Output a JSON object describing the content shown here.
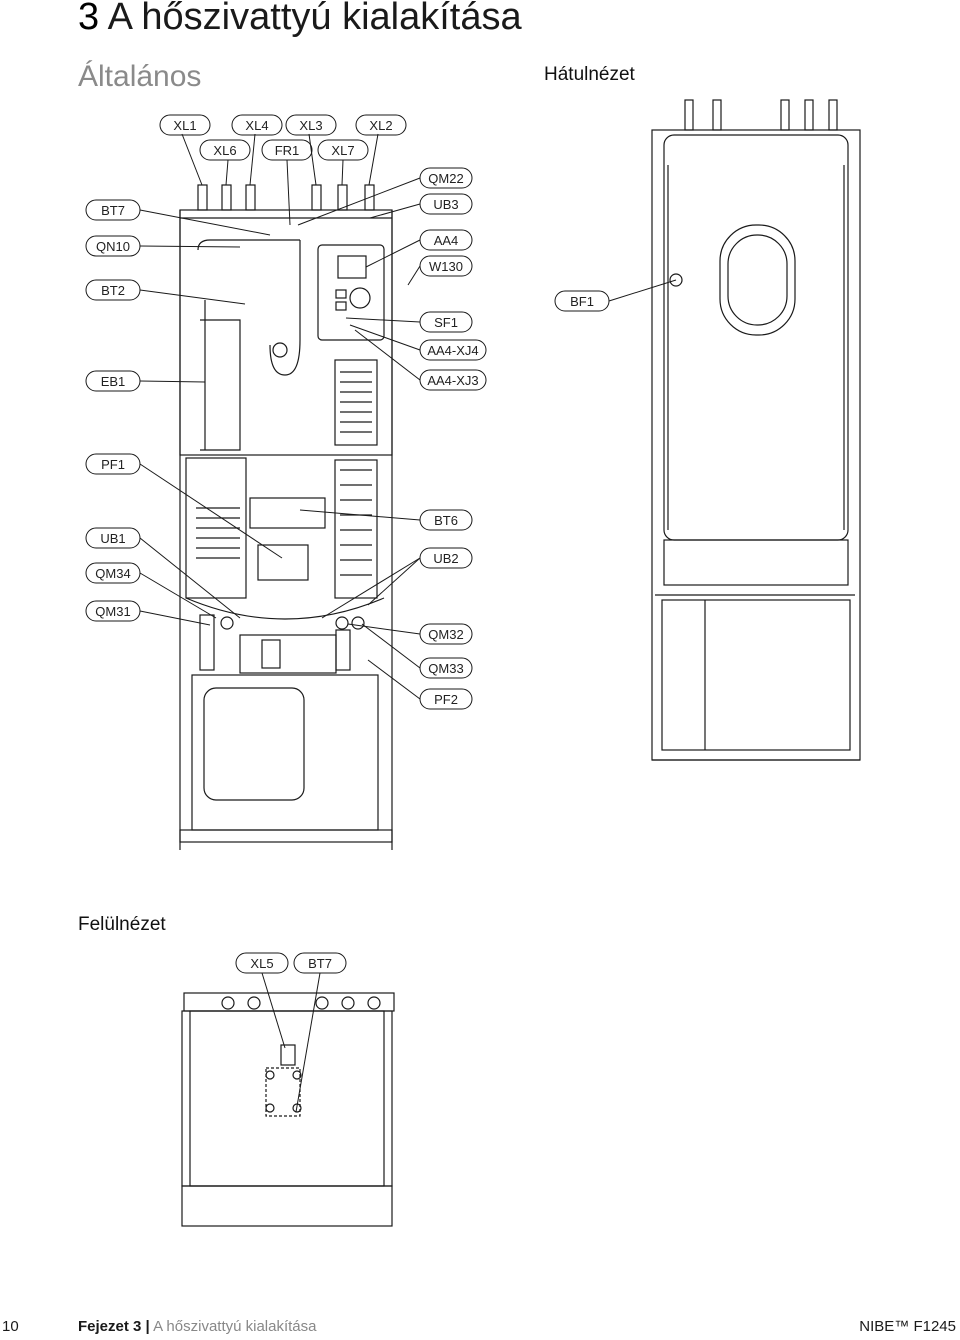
{
  "header": {
    "chapter_number": "3",
    "chapter_title": "A hőszivattyú kialakítása",
    "section": "Általános"
  },
  "views": {
    "back": "Hátulnézet",
    "top": "Felülnézet"
  },
  "labels": {
    "XL1": "XL1",
    "XL4": "XL4",
    "XL3": "XL3",
    "XL2": "XL2",
    "XL6": "XL6",
    "FR1": "FR1",
    "XL7": "XL7",
    "BT7": "BT7",
    "QN10": "QN10",
    "BT2": "BT2",
    "EB1": "EB1",
    "PF1": "PF1",
    "UB1": "UB1",
    "QM34": "QM34",
    "QM31": "QM31",
    "QM22": "QM22",
    "UB3": "UB3",
    "AA4": "AA4",
    "W130": "W130",
    "SF1": "SF1",
    "AA4XJ4": "AA4-XJ4",
    "AA4XJ3": "AA4-XJ3",
    "BT6": "BT6",
    "UB2": "UB2",
    "QM32": "QM32",
    "QM33": "QM33",
    "PF2": "PF2",
    "BF1": "BF1",
    "XL5": "XL5",
    "BT7top": "BT7"
  },
  "footer": {
    "page_number": "10",
    "chapter_ref": "Fejezet 3 |",
    "chapter_name": "A hőszivattyú kialakítása",
    "brand": "NIBE™ F1245"
  }
}
